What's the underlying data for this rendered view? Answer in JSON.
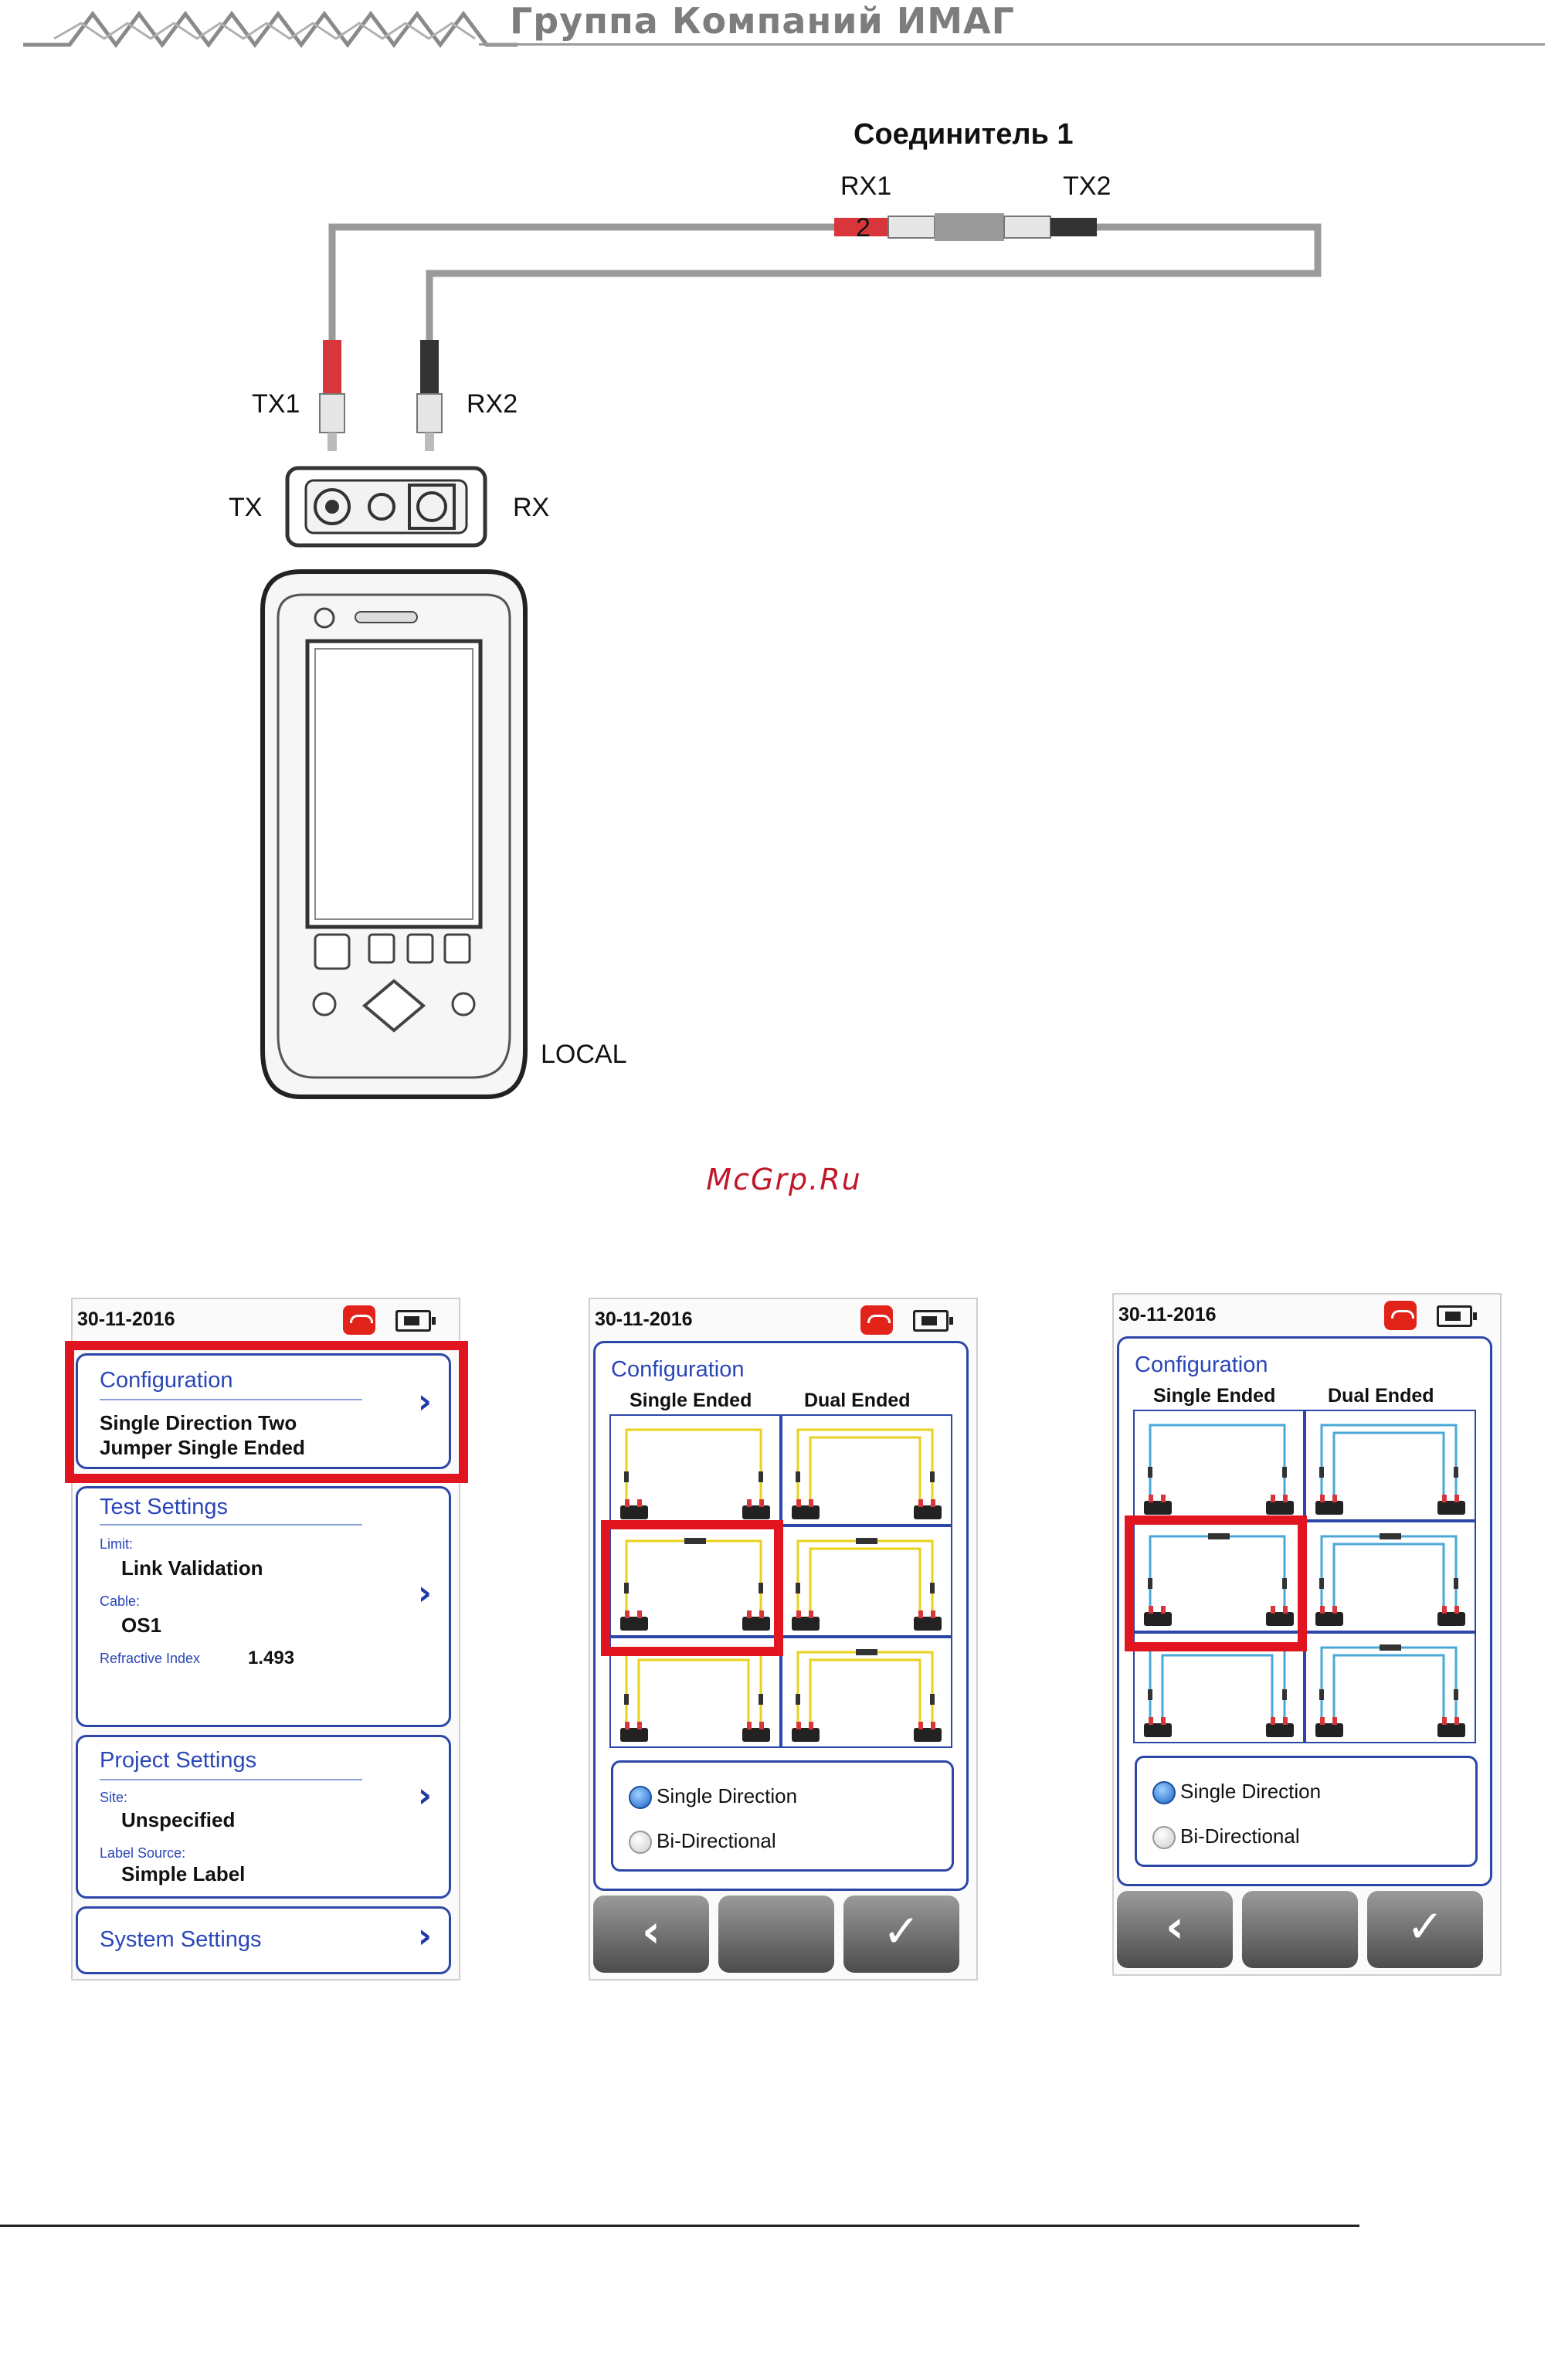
{
  "header": {
    "company": "Группа Компаний ИМАГ"
  },
  "diagram": {
    "connector_title": "Соединитель 1",
    "rx1": "RX1",
    "tx2": "TX2",
    "connector_num": "2",
    "tx1": "TX1",
    "rx2": "RX2",
    "port_tx": "TX",
    "port_rx": "RX",
    "device_label": "LOCAL"
  },
  "watermark": "McGrp.Ru",
  "screen1": {
    "date": "30-11-2016",
    "configuration": {
      "title": "Configuration",
      "line1": "Single Direction Two",
      "line2": "Jumper Single Ended"
    },
    "test_settings": {
      "title": "Test Settings",
      "limit_label": "Limit:",
      "limit": "Link Validation",
      "cable_label": "Cable:",
      "cable": "OS1",
      "ri_label": "Refractive Index",
      "ri": "1.493"
    },
    "project_settings": {
      "title": "Project Settings",
      "site_label": "Site:",
      "site": "Unspecified",
      "label_source_label": "Label Source:",
      "label_source": "Simple Label"
    },
    "system_settings": {
      "title": "System Settings"
    }
  },
  "screen2": {
    "date": "30-11-2016",
    "title": "Configuration",
    "col1": "Single Ended",
    "col2": "Dual Ended",
    "opt1": "Single Direction",
    "opt2": "Bi-Directional",
    "cable_color": "#e8d21a"
  },
  "screen3": {
    "date": "30-11-2016",
    "title": "Configuration",
    "col1": "Single Ended",
    "col2": "Dual Ended",
    "opt1": "Single Direction",
    "opt2": "Bi-Directional",
    "cable_color": "#4aa8d8"
  },
  "icons": {
    "back": "chevron-left-icon",
    "ok": "check-icon",
    "phone": "phone-hangup-icon",
    "battery": "battery-icon"
  }
}
